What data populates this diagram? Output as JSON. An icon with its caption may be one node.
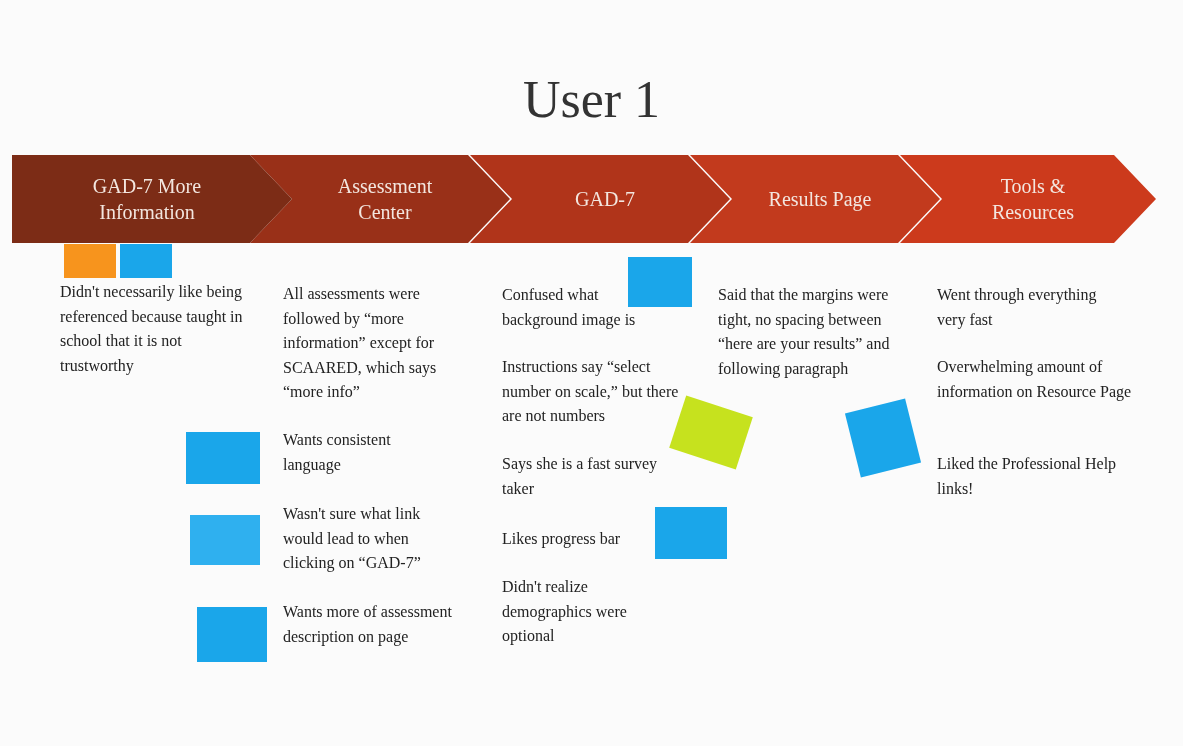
{
  "diagram": {
    "title": "User 1",
    "nodes": [
      {
        "text": [
          "GAD-7 More Information"
        ]
      },
      {
        "text": [
          "Assessment Center"
        ]
      },
      {
        "text": [
          "GAD-7"
        ]
      },
      {
        "text": [
          "Results Page"
        ]
      },
      {
        "text": [
          "Tools & Resources"
        ]
      },
      {
        "text": [],
        "shape": "box"
      },
      {
        "text": [],
        "shape": "box"
      },
      {
        "text": [],
        "shape": "box"
      },
      {
        "text": [],
        "shape": "box"
      },
      {
        "text": [],
        "shape": "box"
      },
      {
        "text": [],
        "shape": "box"
      },
      {
        "text": [],
        "shape": "box"
      },
      {
        "text": [],
        "shape": "box"
      },
      {
        "text": [],
        "shape": "box"
      }
    ],
    "labels": [
      "Didn't necessarily like being referenced because taught in school that it is not trustworthy",
      "All assessments were followed by “more information” except for SCAARED, which says “more info”",
      "Wants consistent language",
      "Wasn't sure what link would lead to when clicking on “GAD-7”",
      "Wants more of assessment description on page",
      "Confused what background image is",
      "Instructions say “select number on scale,” but there are not numbers",
      "Says she is a fast survey taker",
      "Likes progress bar",
      "Didn't realize demographics were optional",
      "Said that the margins were tight, no spacing between “here are your results” and following paragraph",
      "Went through everything very fast",
      "Overwhelming amount of information on Resource Page",
      "Liked the Professional Help links!"
    ]
  }
}
